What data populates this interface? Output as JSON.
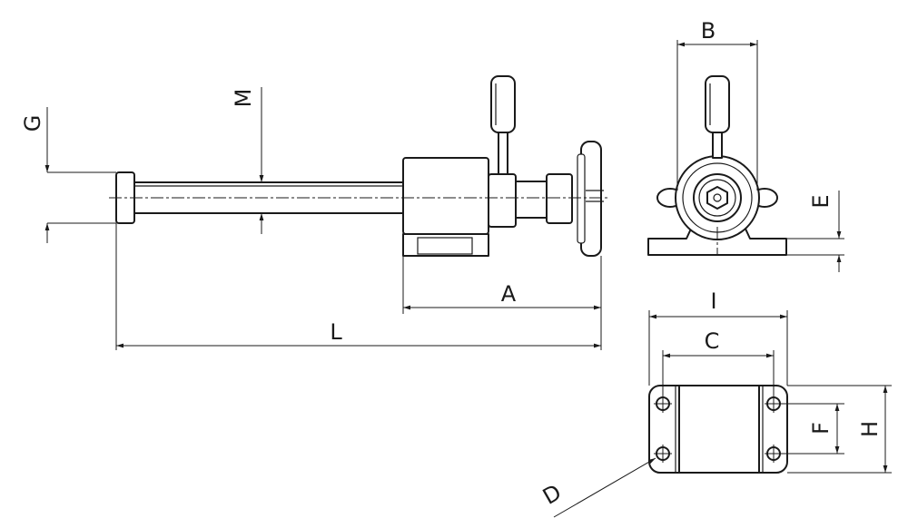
{
  "labels": {
    "A": "A",
    "B": "B",
    "C": "C",
    "D": "D",
    "E": "E",
    "F": "F",
    "G": "G",
    "H": "H",
    "I": "I",
    "L": "L",
    "M": "M"
  }
}
